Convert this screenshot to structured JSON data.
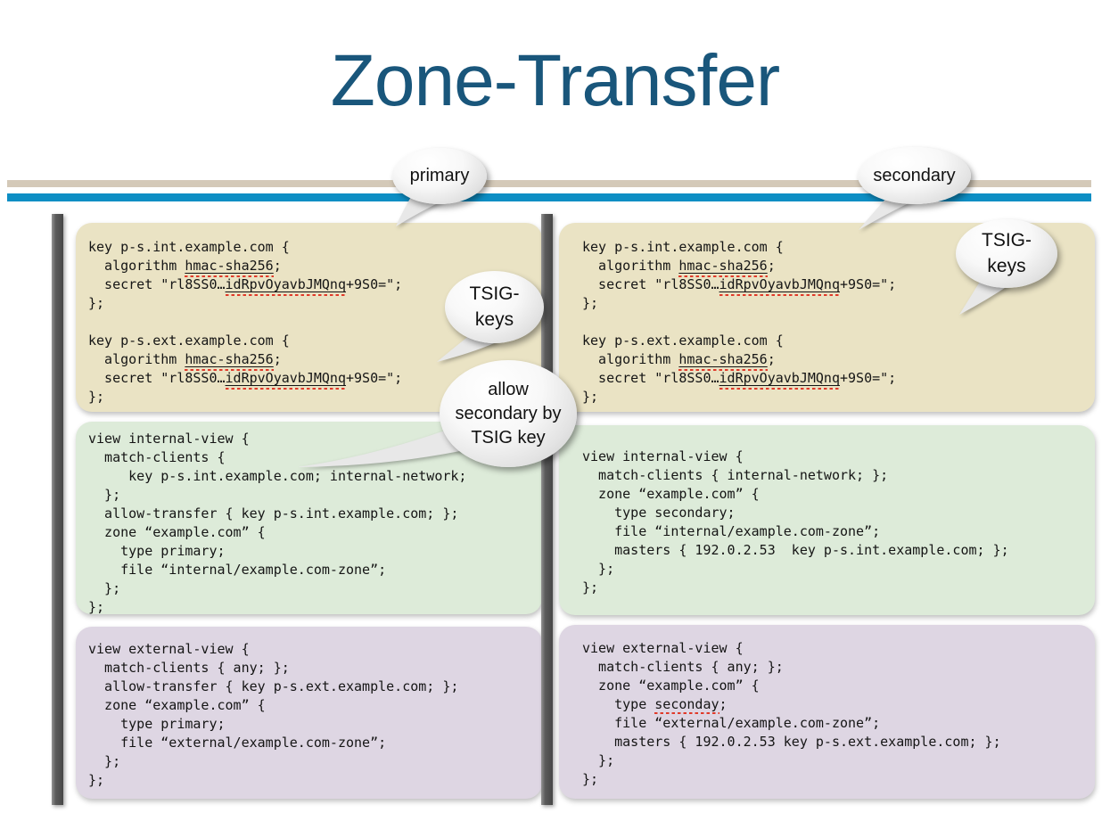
{
  "slide": {
    "title": "Zone-Transfer"
  },
  "callouts": {
    "primary": {
      "label": "primary"
    },
    "secondary": {
      "label": "secondary"
    },
    "tsig_left": {
      "line1": "TSIG-",
      "line2": "keys"
    },
    "tsig_right": {
      "line1": "TSIG-",
      "line2": "keys"
    },
    "allow": {
      "line1": "allow",
      "line2": "secondary by",
      "line3": "TSIG key"
    }
  },
  "colors": {
    "title_blue": "#19567b",
    "rule_tan": "#d4c9b8",
    "rule_blue": "#0d8ec4",
    "panel_tan": "#eae3c4",
    "panel_green": "#ddebd9",
    "panel_purple": "#ded6e3",
    "bar_gray": "#4a4a4a",
    "spellcheck_red": "#e03a2a"
  },
  "panels": {
    "left_keys": {
      "lines": [
        [
          [
            "key p-s.int.example.com {"
          ]
        ],
        [
          [
            "  algorithm "
          ],
          [
            "hmac-sha256",
            "u"
          ],
          [
            ";"
          ]
        ],
        [
          [
            "  secret \"rl8SS0…"
          ],
          [
            "idRpvOyavbJMQnq",
            "u"
          ],
          [
            "+9S0=\";"
          ]
        ],
        [
          [
            "};"
          ]
        ],
        [
          [
            ""
          ]
        ],
        [
          [
            "key p-s.ext.example.com {"
          ]
        ],
        [
          [
            "  algorithm "
          ],
          [
            "hmac-sha256",
            "u"
          ],
          [
            ";"
          ]
        ],
        [
          [
            "  secret \"rl8SS0…"
          ],
          [
            "idRpvOyavbJMQnq",
            "u"
          ],
          [
            "+9S0=\";"
          ]
        ],
        [
          [
            "};"
          ]
        ]
      ]
    },
    "left_internal": {
      "lines": [
        [
          [
            "view internal-view {"
          ]
        ],
        [
          [
            "  match-clients {"
          ]
        ],
        [
          [
            "     key p-s.int.example.com; internal-network;"
          ]
        ],
        [
          [
            "  };"
          ]
        ],
        [
          [
            "  allow-transfer { key p-s.int.example.com; };"
          ]
        ],
        [
          [
            "  zone “example.com” {"
          ]
        ],
        [
          [
            "    type primary;"
          ]
        ],
        [
          [
            "    file “internal/example.com-zone”;"
          ]
        ],
        [
          [
            "  };"
          ]
        ],
        [
          [
            "};"
          ]
        ]
      ]
    },
    "left_external": {
      "lines": [
        [
          [
            "view external-view {"
          ]
        ],
        [
          [
            "  match-clients { any; };"
          ]
        ],
        [
          [
            "  allow-transfer { key p-s.ext.example.com; };"
          ]
        ],
        [
          [
            "  zone “example.com” {"
          ]
        ],
        [
          [
            "    type primary;"
          ]
        ],
        [
          [
            "    file “external/example.com-zone”;"
          ]
        ],
        [
          [
            "  };"
          ]
        ],
        [
          [
            "};"
          ]
        ]
      ]
    },
    "right_keys": {
      "lines": [
        [
          [
            "key p-s.int.example.com {"
          ]
        ],
        [
          [
            "  algorithm "
          ],
          [
            "hmac-sha256",
            "u"
          ],
          [
            ";"
          ]
        ],
        [
          [
            "  secret \"rl8SS0…"
          ],
          [
            "idRpvOyavbJMQnq",
            "u"
          ],
          [
            "+9S0=\";"
          ]
        ],
        [
          [
            "};"
          ]
        ],
        [
          [
            ""
          ]
        ],
        [
          [
            "key p-s.ext.example.com {"
          ]
        ],
        [
          [
            "  algorithm "
          ],
          [
            "hmac-sha256",
            "u"
          ],
          [
            ";"
          ]
        ],
        [
          [
            "  secret \"rl8SS0…"
          ],
          [
            "idRpvOyavbJMQnq",
            "u"
          ],
          [
            "+9S0=\";"
          ]
        ],
        [
          [
            "};"
          ]
        ]
      ]
    },
    "right_internal": {
      "lines": [
        [
          [
            "view internal-view {"
          ]
        ],
        [
          [
            "  match-clients { internal-network; };"
          ]
        ],
        [
          [
            "  zone “example.com” {"
          ]
        ],
        [
          [
            "    type secondary;"
          ]
        ],
        [
          [
            "    file “internal/example.com-zone”;"
          ]
        ],
        [
          [
            "    masters { 192.0.2.53  key p-s.int.example.com; };"
          ]
        ],
        [
          [
            "  };"
          ]
        ],
        [
          [
            "};"
          ]
        ]
      ]
    },
    "right_external": {
      "lines": [
        [
          [
            "view external-view {"
          ]
        ],
        [
          [
            "  match-clients { any; };"
          ]
        ],
        [
          [
            "  zone “example.com” {"
          ]
        ],
        [
          [
            "    type "
          ],
          [
            "seconday",
            "s"
          ],
          [
            ";"
          ]
        ],
        [
          [
            "    file “external/example.com-zone”;"
          ]
        ],
        [
          [
            "    masters { 192.0.2.53 key p-s.ext.example.com; };"
          ]
        ],
        [
          [
            "  };"
          ]
        ],
        [
          [
            "};"
          ]
        ]
      ]
    }
  }
}
